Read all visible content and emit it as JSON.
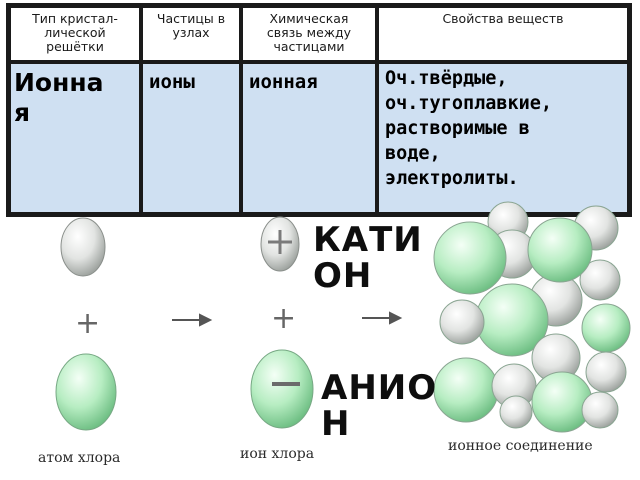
{
  "table": {
    "headers": [
      "Тип кристал-\nлической\nрешётки",
      "Частицы в\nузлах",
      "Химическая\nсвязь между\nчастицами",
      "Свойства веществ"
    ],
    "row": {
      "lattice_type": "Ионна\nя",
      "particles": "ионы",
      "bond": "ионная",
      "properties": "Оч.твёрдые,\nоч.тугоплавкие,\nрастворимые в\nводе,\nэлектролиты."
    }
  },
  "illustration": {
    "cation_label": "КАТИ\nОН",
    "anion_label": "АНИО\nН",
    "plus_sign": "+",
    "minus_sign": "—",
    "captions": {
      "chlorine_atom": "атом хлора",
      "chloride_ion": "ион хлора",
      "ionic_compound": "ионное соединение"
    }
  },
  "colors": {
    "table_body": "#cfe0f2",
    "cation_sphere": "#e6e8e6",
    "anion_sphere": "#b7edc2",
    "cluster_green": "#bdefc8",
    "cluster_gray": "#d9dcd9"
  }
}
